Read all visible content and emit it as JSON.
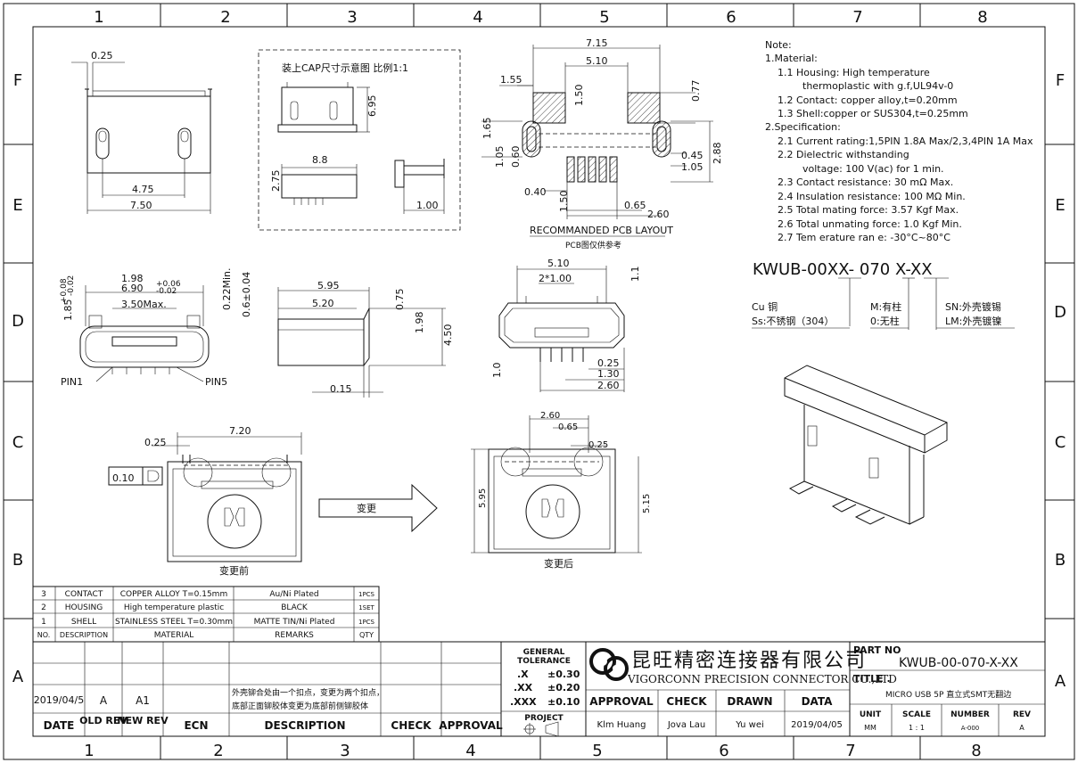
{
  "grid": {
    "cols": [
      "1",
      "2",
      "3",
      "4",
      "5",
      "6",
      "7",
      "8"
    ],
    "rows": [
      "F",
      "E",
      "D",
      "C",
      "B",
      "A"
    ]
  },
  "dims": {
    "top_left": {
      "w025": "0.25",
      "w475": "4.75",
      "w750": "7.50"
    },
    "cap": {
      "title": "装上CAP尺寸示意图  比例1:1",
      "h695": "6.95",
      "w88": "8.8",
      "h275": "2.75",
      "w100": "1.00"
    },
    "pcb": {
      "w715": "7.15",
      "w510": "5.10",
      "w155": "1.55",
      "h150": "1.50",
      "h077": "0.77",
      "h165": "1.65",
      "h105a": "1.05",
      "h060": "0.60",
      "h045": "0.45",
      "h105b": "1.05",
      "h288": "2.88",
      "h040": "0.40",
      "h150b": "1.50",
      "h065": "0.65",
      "h260": "2.60",
      "caption": "RECOMMANDED PCB LAYOUT",
      "sub": "PCB图仅供参考"
    },
    "front": {
      "w198": "1.98",
      "w690": "6.90",
      "tol_up": "+0.06",
      "tol_dn": "-0.02",
      "w350": "3.50Max.",
      "h185": "1.85",
      "h185tol_up": "+0.08",
      "h185tol_dn": "-0.02",
      "h022": "0.22Min.",
      "h06": "0.6±0.04",
      "pin1": "PIN1",
      "pin5": "PIN5"
    },
    "side": {
      "w595": "5.95",
      "w520": "5.20",
      "h075": "0.75",
      "h198": "1.98",
      "h450": "4.50",
      "w015": "0.15"
    },
    "rear": {
      "w510": "5.10",
      "w2x100": "2*1.00",
      "h11": "1.1",
      "h10": "1.0",
      "w025": "0.25",
      "w130": "1.30",
      "w260": "2.60"
    },
    "before": {
      "w720": "7.20",
      "w025": "0.25",
      "flat": "0.10",
      "label": "变更前"
    },
    "after": {
      "w260": "2.60",
      "w065": "0.65",
      "w025": "0.25",
      "h595": "5.95",
      "h515": "5.15",
      "label": "变更后"
    },
    "arrow_label": "变更"
  },
  "notes": {
    "title": "Note:",
    "lines": [
      "1.Material:",
      "1.1  Housing: High temperature",
      "thermoplastic with g.f,UL94v-0",
      "1.2  Contact: copper alloy,t=0.20mm",
      "1.3  Shell:copper or SUS304,t=0.25mm",
      "2.Specification:",
      "2.1  Current rating:1,5PIN 1.8A Max/2,3,4PIN 1A Max",
      "2.2  Dielectric withstanding",
      "voltage: 100 V(ac) for 1 min.",
      "2.3  Contact resistance: 30 mΩ Max.",
      "2.4  Insulation resistance: 100 MΩ Min.",
      "2.5  Total mating force: 3.57 Kgf Max.",
      "2.6  Total unmating force: 1.0 Kgf Min.",
      "2.7  Tem erature ran e: -30°C~80°C"
    ]
  },
  "part_code": {
    "code": "KWUB-00XX- 070 X-XX",
    "cu": "Cu 铜",
    "ss": "Ss:不锈钢（304）",
    "m": "M:有柱",
    "o": "0:无柱",
    "sn": "SN:外壳镀锡",
    "lm": "LM:外壳镀镍"
  },
  "bom": {
    "rows": [
      {
        "no": "3",
        "desc": "CONTACT",
        "mat": "COPPER ALLOY T=0.15mm",
        "rem": "Au/Ni Plated",
        "qty": "1PCS"
      },
      {
        "no": "2",
        "desc": "HOUSING",
        "mat": "High temperature plastic",
        "rem": "BLACK",
        "qty": "1SET"
      },
      {
        "no": "1",
        "desc": "SHELL",
        "mat": "STAINLESS STEEL T=0.30mm",
        "rem": "MATTE TIN/Ni Plated",
        "qty": "1PCS"
      }
    ],
    "header": {
      "no": "NO.",
      "desc": "DESCRIPTION",
      "mat": "MATERIAL",
      "rem": "REMARKS",
      "qty": "QTY"
    }
  },
  "revision": {
    "date": "2019/04/5",
    "old": "A",
    "new": "A1",
    "desc1": "外壳铆合处由一个扣点，变更为两个扣点，",
    "desc2": "底部正面铆胶体变更为底部前侧铆胶体",
    "hdr_date": "DATE",
    "hdr_old": "OLD REV",
    "hdr_new": "NEW REV",
    "hdr_ecn": "ECN",
    "hdr_desc": "DESCRIPTION",
    "hdr_check": "CHECK",
    "hdr_approval": "APPROVAL"
  },
  "tolerance": {
    "title1": "GENERAL",
    "title2": "TOLERANCE",
    "r1k": ".X",
    "r1v": "±0.30",
    "r2k": ".XX",
    "r2v": "±0.20",
    "r3k": ".XXX",
    "r3v": "±0.10",
    "project": "PROJECT"
  },
  "company": {
    "cn": "昆旺精密连接器有限公司",
    "en": "VIGORCONN PRECISION CONNECTOR CO.,LTD"
  },
  "signoff": {
    "approval_h": "APPROVAL",
    "check_h": "CHECK",
    "drawn_h": "DRAWN",
    "data_h": "DATA",
    "approval": "Klm Huang",
    "check": "Jova Lau",
    "drawn": "Yu wei",
    "data": "2019/04/05"
  },
  "titleblock": {
    "partno_h": "PART NO",
    "partno": "KWUB-00-070-X-XX",
    "title_h": "TITLE .",
    "title": "MICRO  USB  5P 直立式SMT无翻边",
    "unit_h": "UNIT",
    "unit": "MM",
    "scale_h": "SCALE",
    "scale": "1 : 1",
    "number_h": "NUMBER",
    "number": "A-000",
    "rev_h": "REV",
    "rev": "A"
  }
}
